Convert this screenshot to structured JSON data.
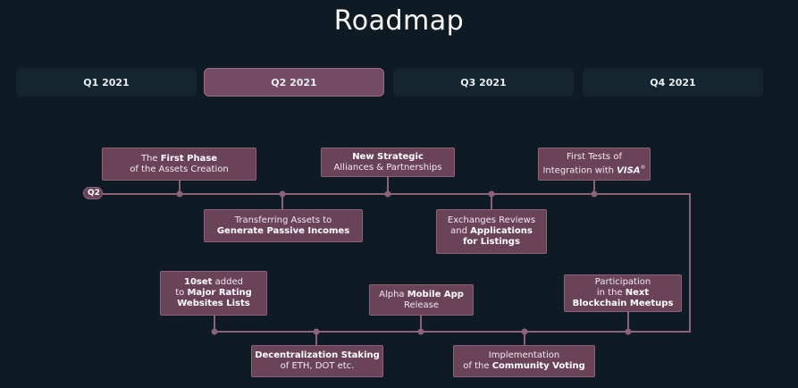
{
  "page_title": "Roadmap",
  "tabs": [
    {
      "label": "Q1 2021"
    },
    {
      "label": "Q2 2021"
    },
    {
      "label": "Q3 2021"
    },
    {
      "label": "Q4 2021"
    }
  ],
  "active_tab_index": 1,
  "timeline_marker": "Q2",
  "milestones": {
    "m1": {
      "pre": "The ",
      "bold": "First Phase",
      "post": "of the Assets Creation"
    },
    "m2": {
      "pre": "Transferring Assets to",
      "bold": "Generate Passive Incomes"
    },
    "m3": {
      "bold": "New Strategic",
      "post": "Alliances & Partnerships"
    },
    "m4": {
      "pre": "Exchanges Reviews",
      "mid": "and ",
      "bold1": "Applications",
      "bold2": "for Listings"
    },
    "m5": {
      "pre": "First Tests of",
      "mid": "Integration with ",
      "bold": "VISA",
      "sup": "®"
    },
    "m6": {
      "bold1": "10set",
      "post1": " added",
      "pre2": "to ",
      "bold2": "Major Rating",
      "bold3": "Websites Lists"
    },
    "m7": {
      "bold": "Decentralization Staking",
      "post": "of ETH, DOT etc."
    },
    "m8": {
      "pre": "Alpha ",
      "bold": "Mobile App",
      "post": "Release"
    },
    "m9": {
      "pre": "Implementation",
      "mid": "of the ",
      "bold": "Community Voting"
    },
    "m10": {
      "pre": "Participation",
      "mid": "in the ",
      "bold1": "Next",
      "bold2": "Blockchain Meetups"
    }
  },
  "colors": {
    "background": "#0e1b25",
    "accent": "#744b63",
    "box": "#6a4359",
    "line": "#8c6279"
  }
}
